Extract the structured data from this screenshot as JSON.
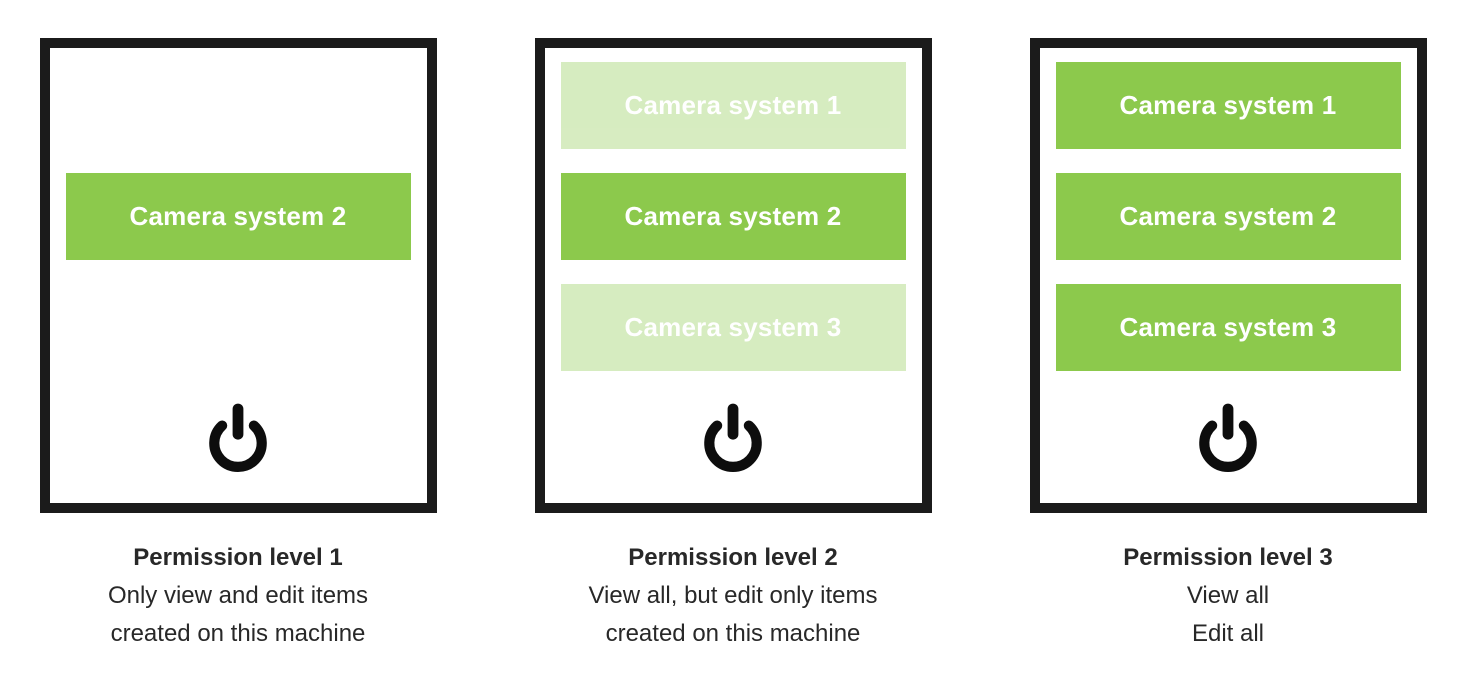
{
  "colors": {
    "green_active": "#8cc94c",
    "green_faded_effective": "#d9ecc5",
    "panel_border": "#1b1b1b",
    "caption_text": "#282828",
    "button_text": "#ffffff",
    "power_icon": "#0d0d0d"
  },
  "icons": {
    "power": "power-icon"
  },
  "panels": [
    {
      "caption": {
        "title": "Permission level 1",
        "lines": [
          "Only view and edit items",
          "created on this machine"
        ]
      },
      "systems": [
        {
          "label": "Camera system 2",
          "state": "active"
        }
      ]
    },
    {
      "caption": {
        "title": "Permission level 2",
        "lines": [
          "View all, but edit only items",
          "created on this machine"
        ]
      },
      "systems": [
        {
          "label": "Camera system 1",
          "state": "faded"
        },
        {
          "label": "Camera system 2",
          "state": "active"
        },
        {
          "label": "Camera system 3",
          "state": "faded"
        }
      ]
    },
    {
      "caption": {
        "title": "Permission level 3",
        "lines": [
          "View all",
          "Edit all"
        ]
      },
      "systems": [
        {
          "label": "Camera system 1",
          "state": "active"
        },
        {
          "label": "Camera system 2",
          "state": "active"
        },
        {
          "label": "Camera system 3",
          "state": "active"
        }
      ]
    }
  ]
}
